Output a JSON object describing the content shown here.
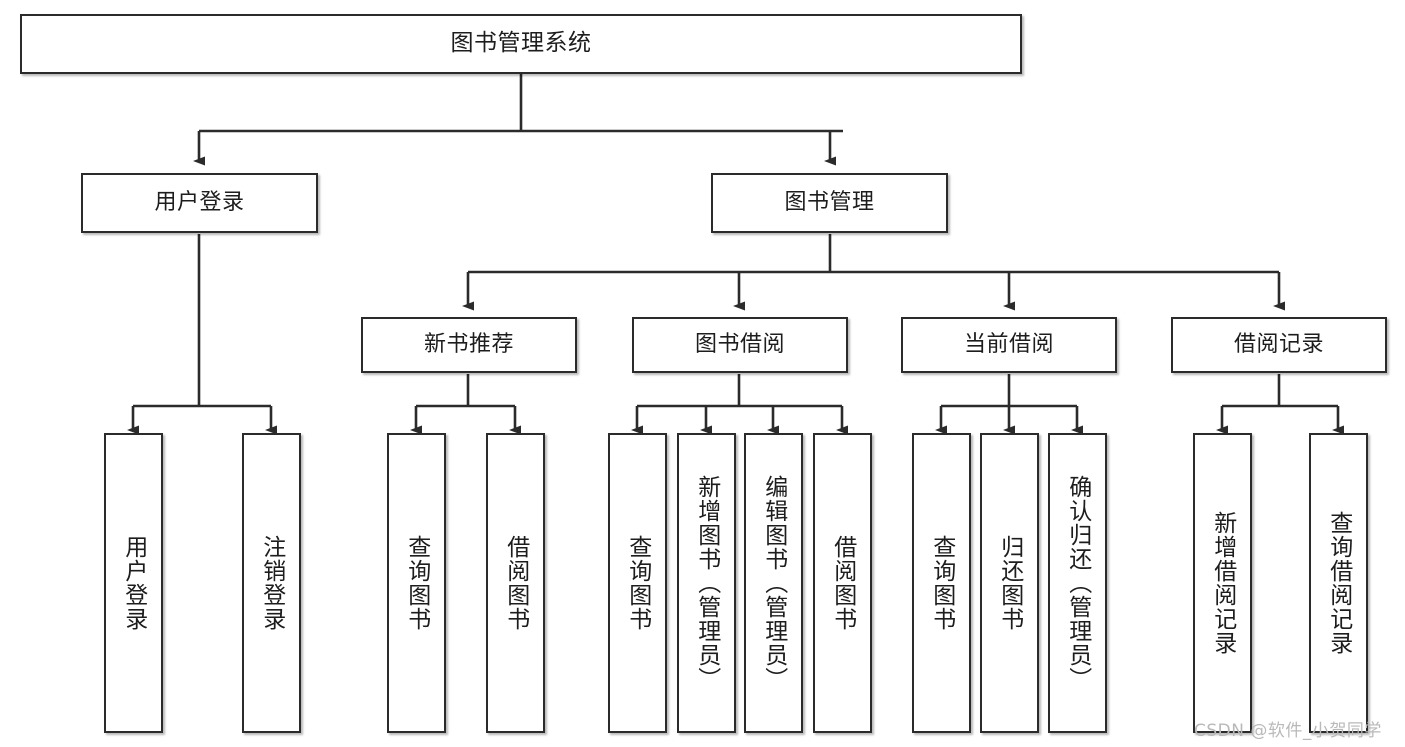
{
  "diagram": {
    "type": "tree",
    "title": "图书管理系统",
    "watermark": "CSDN @软件_小贺同学",
    "colors": {
      "box_border": "#2b2b2b",
      "box_fill": "#ffffff",
      "edge": "#2b2b2b",
      "text": "#1d1d1d",
      "watermark": "#b9b9b9"
    },
    "nodes": {
      "root": {
        "label": "图书管理系统"
      },
      "level1": [
        {
          "label": "用户登录"
        },
        {
          "label": "图书管理"
        }
      ],
      "level2": [
        {
          "label": "新书推荐"
        },
        {
          "label": "图书借阅"
        },
        {
          "label": "当前借阅"
        },
        {
          "label": "借阅记录"
        }
      ],
      "leaves": {
        "user_login": [
          {
            "label": "用户登录"
          },
          {
            "label": "注销登录"
          }
        ],
        "new_book_recommend": [
          {
            "label": "查询图书"
          },
          {
            "label": "借阅图书"
          }
        ],
        "book_borrow": [
          {
            "label": "查询图书"
          },
          {
            "label": "新增图书（管理员）"
          },
          {
            "label": "编辑图书（管理员）"
          },
          {
            "label": "借阅图书"
          }
        ],
        "current_borrow": [
          {
            "label": "查询图书"
          },
          {
            "label": "归还图书"
          },
          {
            "label": "确认归还（管理员）"
          }
        ],
        "borrow_record": [
          {
            "label": "新增借阅记录"
          },
          {
            "label": "查询借阅记录"
          }
        ]
      }
    }
  }
}
